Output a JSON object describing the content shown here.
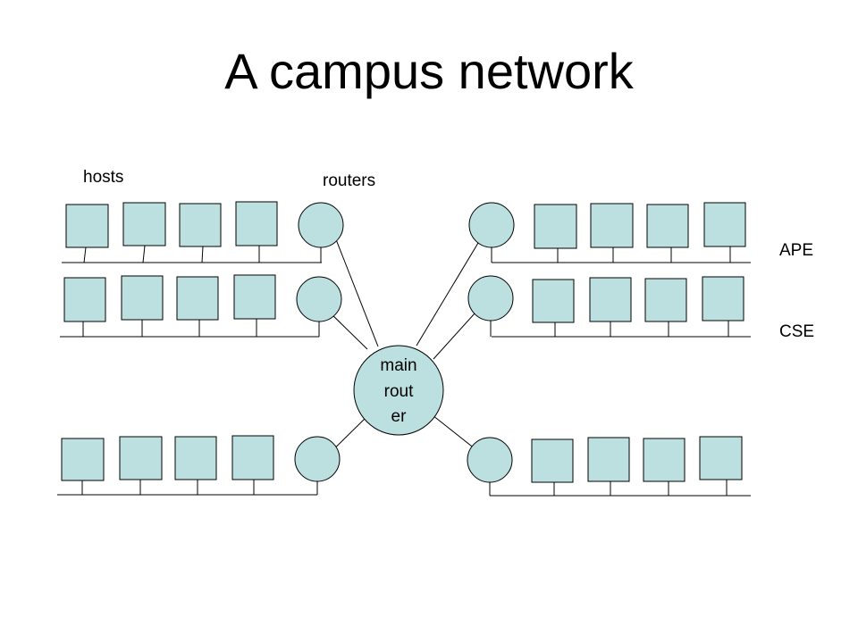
{
  "title": "A campus network",
  "labels": {
    "hosts": "hosts",
    "routers": "routers",
    "ape": "APE",
    "cse": "CSE"
  },
  "main_router": {
    "lines": [
      "main",
      "rout",
      "er"
    ]
  },
  "colors": {
    "node_fill": "#bce0e0",
    "stroke": "#000000",
    "background": "#ffffff"
  },
  "diagram": {
    "lans": [
      {
        "side": "left",
        "hosts": 4
      },
      {
        "side": "left",
        "hosts": 4
      },
      {
        "side": "left",
        "hosts": 4
      },
      {
        "side": "right",
        "hosts": 4,
        "label": "APE"
      },
      {
        "side": "right",
        "hosts": 4,
        "label": "CSE"
      },
      {
        "side": "right",
        "hosts": 4
      }
    ],
    "links": "each LAN router connects to the main router"
  }
}
